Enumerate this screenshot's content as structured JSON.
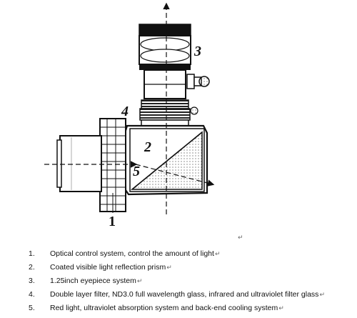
{
  "diagram": {
    "part_labels": [
      "1",
      "2",
      "3",
      "4",
      "5"
    ]
  },
  "paragraph_mark": "↵",
  "legend": [
    {
      "number": "1.",
      "text": "Optical control system, control the amount of light"
    },
    {
      "number": "2.",
      "text": "Coated visible light reflection prism"
    },
    {
      "number": "3.",
      "text": "1.25inch eyepiece system"
    },
    {
      "number": "4.",
      "text": "Double layer filter, ND3.0 full wavelength glass, infrared and ultraviolet filter glass"
    },
    {
      "number": "5.",
      "text": "Red light, ultraviolet absorption system and back-end cooling system"
    }
  ]
}
